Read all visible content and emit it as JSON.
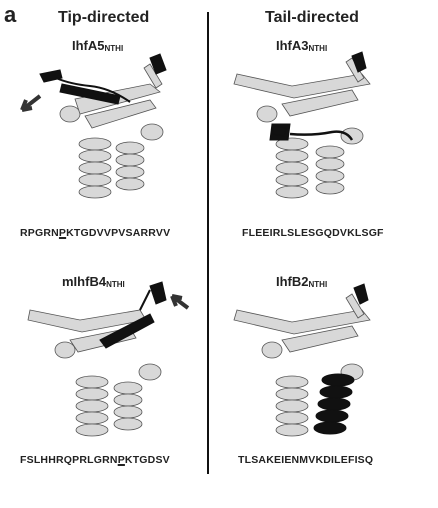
{
  "figure": {
    "panel_label": "a",
    "columns": [
      {
        "title": "Tip-directed"
      },
      {
        "title": "Tail-directed"
      }
    ],
    "panels": [
      {
        "name": "IhfA5",
        "subscript": "NTHI",
        "seq_before": "RPGRN",
        "seq_underlined": "P",
        "seq_after": "KTGDVVPVSARRVV",
        "has_arrow": true
      },
      {
        "name": "IhfA3",
        "subscript": "NTHI",
        "seq_before": "FLEEIRLSLESGQDVKLSGF",
        "seq_underlined": "",
        "seq_after": "",
        "has_arrow": false
      },
      {
        "name": "mIhfB4",
        "subscript": "NTHI",
        "seq_before": "FSLHHRQPRLGRN",
        "seq_underlined": "P",
        "seq_after": "KTGDSV",
        "has_arrow": true
      },
      {
        "name": "IhfB2",
        "subscript": "NTHI",
        "seq_before": "TLSAKEIENMVKDILEFISQ",
        "seq_underlined": "",
        "seq_after": "",
        "has_arrow": false
      }
    ]
  }
}
